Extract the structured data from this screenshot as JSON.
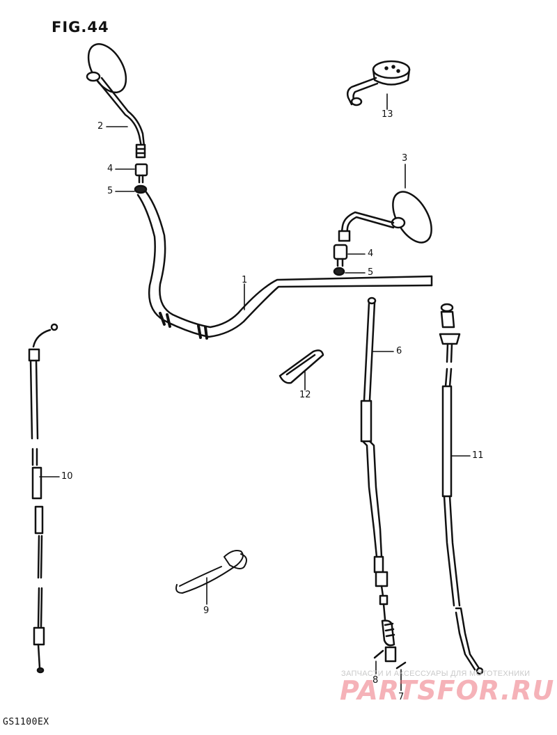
{
  "figure": {
    "title": "FIG.44",
    "model": "GS1100EX"
  },
  "callouts": [
    {
      "id": "c1",
      "text": "1"
    },
    {
      "id": "c2",
      "text": "2"
    },
    {
      "id": "c3",
      "text": "3"
    },
    {
      "id": "c4a",
      "text": "4"
    },
    {
      "id": "c4b",
      "text": "4"
    },
    {
      "id": "c5a",
      "text": "5"
    },
    {
      "id": "c5b",
      "text": "5"
    },
    {
      "id": "c6",
      "text": "6"
    },
    {
      "id": "c7",
      "text": "7"
    },
    {
      "id": "c8",
      "text": "8"
    },
    {
      "id": "c9",
      "text": "9"
    },
    {
      "id": "c10",
      "text": "10"
    },
    {
      "id": "c11",
      "text": "11"
    },
    {
      "id": "c12",
      "text": "12"
    },
    {
      "id": "c13",
      "text": "13"
    }
  ],
  "watermark": {
    "caption": "ЗАПЧАСТИ И АКСЕССУАРЫ ДЛЯ МОТОТЕХНИКИ",
    "logo": "PARTSFOR.RU",
    "color": "#ec727e"
  },
  "colors": {
    "line": "#111111",
    "paper": "#ffffff"
  }
}
